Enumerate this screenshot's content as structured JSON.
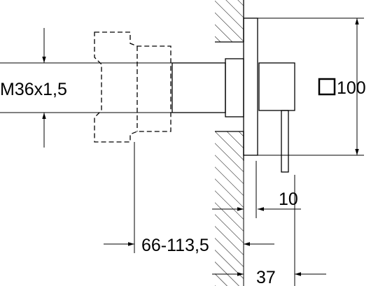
{
  "dimensions": {
    "thread": "M36x1,5",
    "plate_size": "100",
    "lever_offset": "10",
    "installation_depth": "66-113,5",
    "total_depth": "37"
  },
  "icons": {
    "square_symbol": "square-outline-icon"
  },
  "colors": {
    "line": "#000000",
    "background": "#ffffff"
  }
}
